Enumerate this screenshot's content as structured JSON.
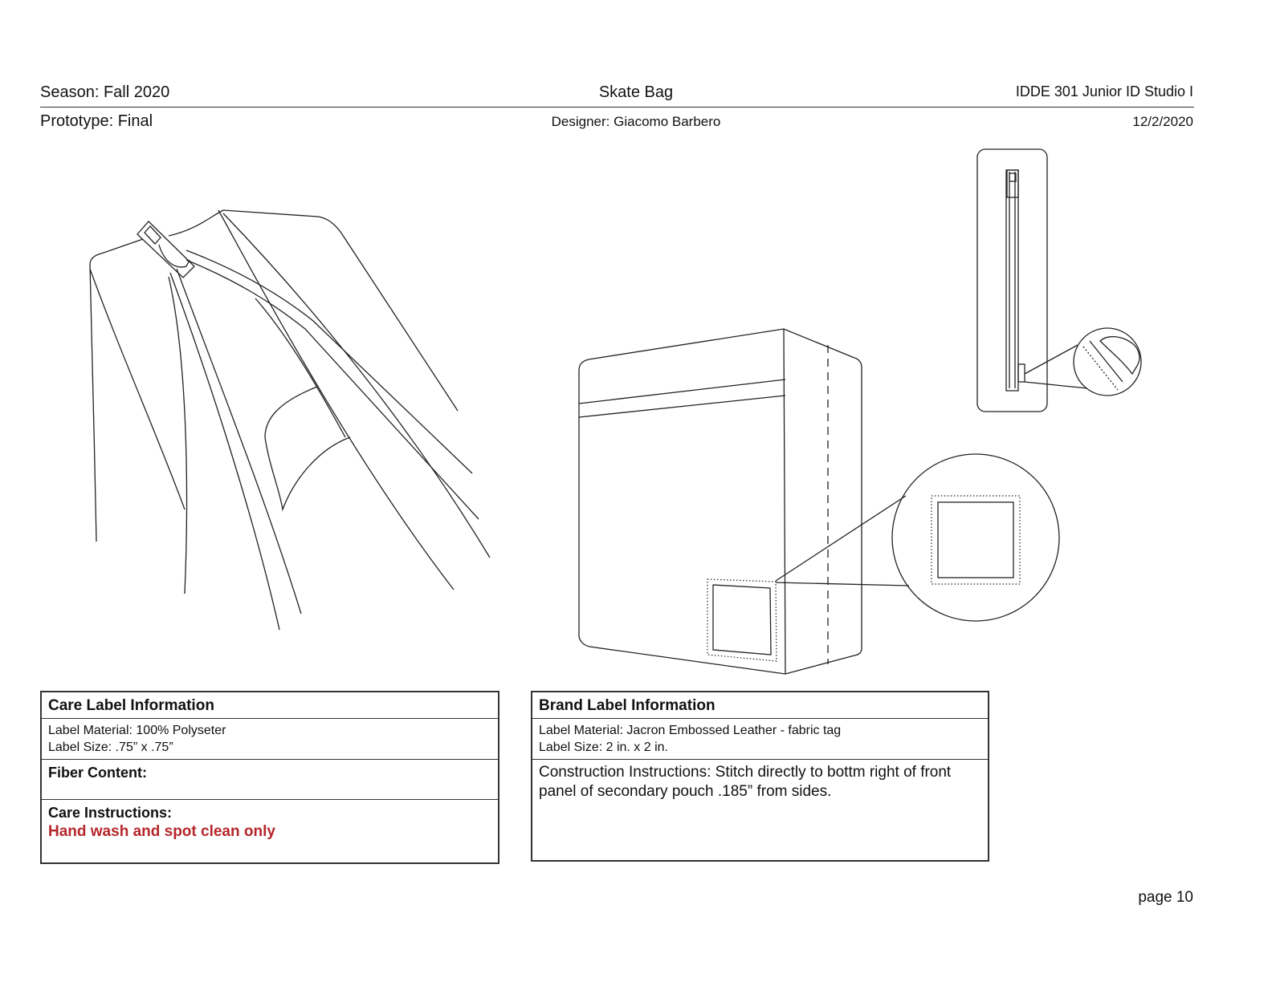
{
  "header": {
    "season": "Season: Fall 2020",
    "title": "Skate Bag",
    "course": "IDDE 301 Junior ID Studio I",
    "prototype": "Prototype: Final",
    "designer": "Designer: Giacomo Barbero",
    "date": "12/2/2020"
  },
  "care_label": {
    "title": "Care Label Information",
    "material": "Label Material: 100% Polyseter",
    "size": "Label Size: .75” x .75”",
    "fiber_content": "Fiber Content:",
    "care_instructions_heading": "Care Instructions:",
    "care_instructions_value": "Hand wash and spot clean only"
  },
  "brand_label": {
    "title": "Brand Label Information",
    "material": "Label Material: Jacron Embossed Leather - fabric tag",
    "size": "Label Size: 2 in. x 2 in.",
    "construction_line1": "Construction Instructions: Stitch directly to bottm right of front",
    "construction_line2": "panel of secondary pouch .185” from sides."
  },
  "footer": {
    "page": "page 10"
  },
  "colors": {
    "text": "#111111",
    "rule": "#333333",
    "care_instruction_highlight": "#b5262b"
  },
  "illustrations": [
    "zipper-closeup-sketch",
    "bag-front-view-sketch",
    "brand-label-detail-callout",
    "zipper-side-view-sketch",
    "care-label-detail-callout"
  ]
}
